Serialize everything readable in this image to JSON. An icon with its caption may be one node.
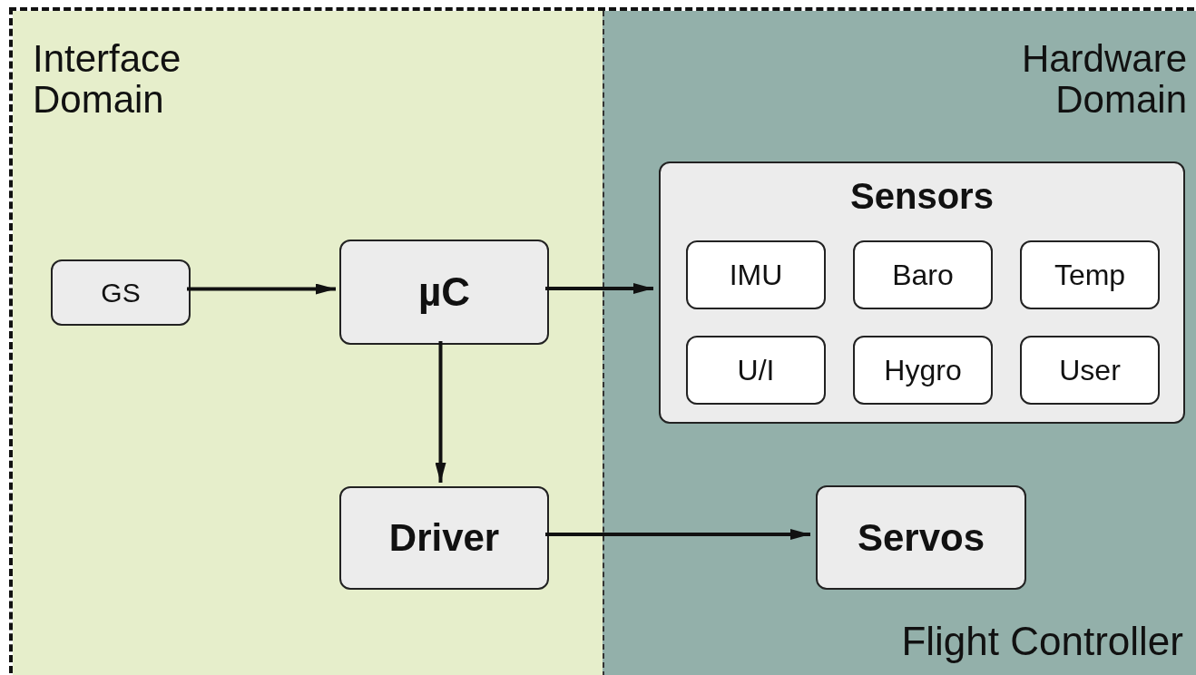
{
  "diagram": {
    "nodes": [
      {
        "text": [],
        "shape": "box"
      },
      {
        "text": [
          "Interface Domain"
        ],
        "in": 0
      },
      {
        "text": [
          "Hardware Domain"
        ],
        "in": 0
      },
      {
        "text": [
          "GS"
        ],
        "in": 1
      },
      {
        "text": [
          "µC"
        ],
        "in": 1
      },
      {
        "text": [
          "Sensors"
        ],
        "in": 2
      },
      {
        "text": [
          "IMU"
        ],
        "in": 5
      },
      {
        "text": [
          "Baro"
        ],
        "in": 5
      },
      {
        "text": [
          "Temp"
        ],
        "in": 5
      },
      {
        "text": [
          "U/I"
        ],
        "in": 5
      },
      {
        "text": [
          "Hygro"
        ],
        "in": 5
      },
      {
        "text": [
          "User"
        ],
        "in": 5
      },
      {
        "text": [
          "Driver"
        ],
        "in": 1
      },
      {
        "text": [
          "Servos"
        ],
        "in": 2
      }
    ],
    "edges": [
      {
        "from": 3,
        "to": 4,
        "arrow": "to"
      },
      {
        "from": 4,
        "to": 5,
        "arrow": "to"
      },
      {
        "from": 4,
        "to": 12,
        "arrow": "to"
      },
      {
        "from": 12,
        "to": 13,
        "arrow": "to"
      }
    ],
    "labels": [
      "Flight Controller"
    ]
  }
}
